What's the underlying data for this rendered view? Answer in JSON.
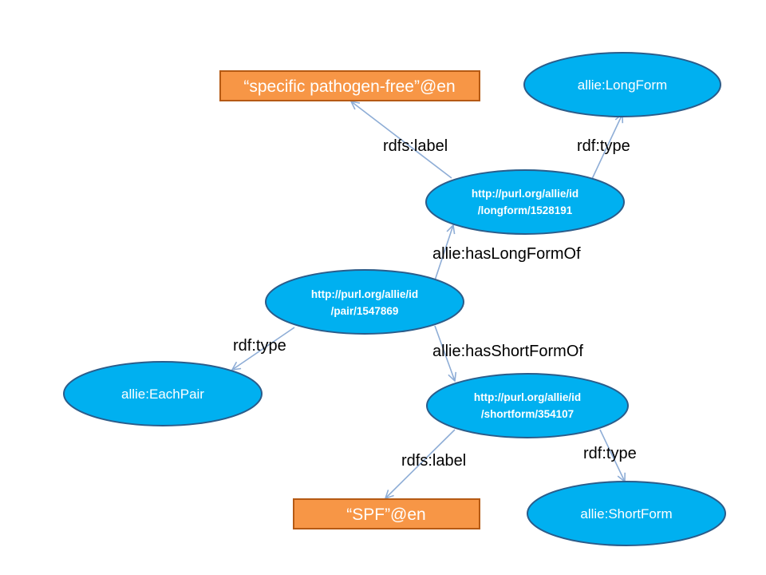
{
  "nodes": {
    "pair": {
      "line1": "http://purl.org/allie/id",
      "line2": "/pair/1547869"
    },
    "longform": {
      "line1": "http://purl.org/allie/id",
      "line2": "/longform/1528191"
    },
    "shortform": {
      "line1": "http://purl.org/allie/id",
      "line2": "/shortform/354107"
    },
    "long_form_class": "allie:LongForm",
    "each_pair_class": "allie:EachPair",
    "short_form_class": "allie:ShortForm",
    "long_label_literal": "“specific pathogen-free”@en",
    "short_label_literal": "“SPF”@en"
  },
  "edges": {
    "longform_label": "rdfs:label",
    "longform_type": "rdf:type",
    "has_long_form": "allie:hasLongFormOf",
    "pair_type": "rdf:type",
    "has_short_form": "allie:hasShortFormOf",
    "shortform_label": "rdfs:label",
    "shortform_type": "rdf:type"
  },
  "colors": {
    "node_fill": "#00B0F0",
    "node_stroke": "#2B5C8A",
    "literal_fill": "#F79646",
    "edge": "#8EADD6"
  }
}
